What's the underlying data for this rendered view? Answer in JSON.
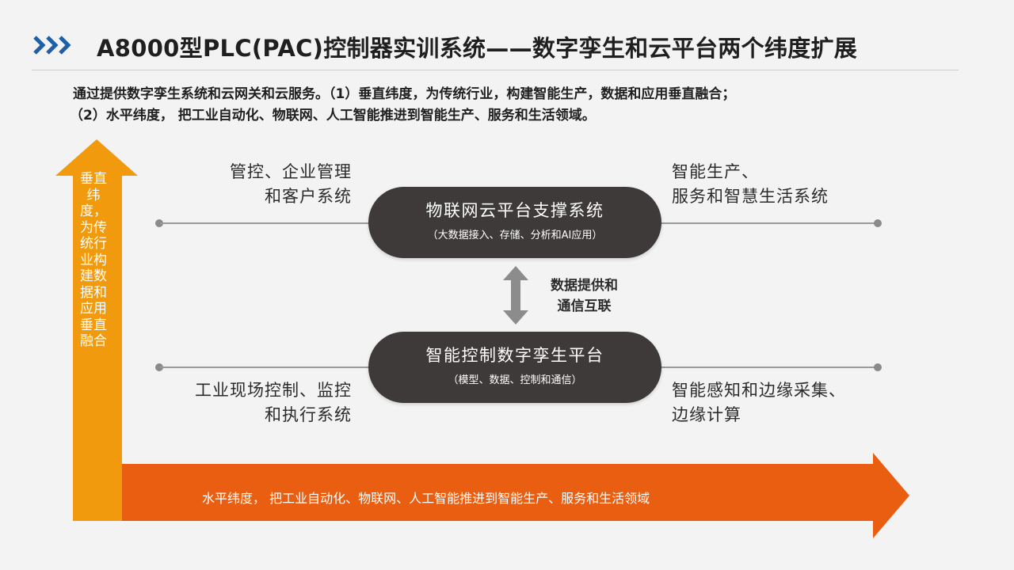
{
  "title": "A8000型PLC(PAC)控制器实训系统——数字孪生和云平台两个纬度扩展",
  "intro": {
    "line1": "通过提供数字孪生系统和云网关和云服务。（1）垂直纬度，为传统行业，构建智能生产，数据和应用垂直融合；",
    "line2": "（2）水平纬度， 把工业自动化、物联网、人工智能推进到智能生产、服务和生活领域。"
  },
  "vertical_axis": "垂直纬度，为传统行业构建数据和应用垂直融合",
  "horizontal_axis": "水平纬度， 把工业自动化、物联网、人工智能推进到智能生产、服务和生活领域",
  "top_pill": {
    "title": "物联网云平台支撑系统",
    "subtitle": "（大数据接入、存储、分析和AI应用）"
  },
  "bottom_pill": {
    "title": "智能控制数字孪生平台",
    "subtitle": "（模型、数据、控制和通信）"
  },
  "middle_label": {
    "line1": "数据提供和",
    "line2": "通信互联"
  },
  "top_left": {
    "line1": "管控、企业管理",
    "line2": "和客户系统"
  },
  "top_right": {
    "line1": "智能生产、",
    "line2": "服务和智慧生活系统"
  },
  "bottom_left": {
    "line1": "工业现场控制、监控",
    "line2": "和执行系统"
  },
  "bottom_right": {
    "line1": "智能感知和边缘采集、",
    "line2": "边缘计算"
  },
  "colors": {
    "accent_blue": "#1f5fa8",
    "vertical_orange": "#f29a0e",
    "horizontal_orange": "#ea5e12",
    "pill_dark": "#3d3a39"
  }
}
